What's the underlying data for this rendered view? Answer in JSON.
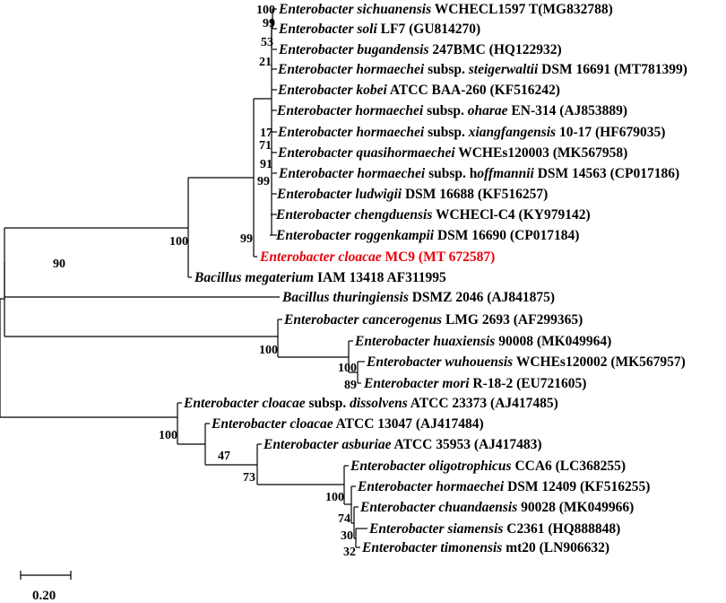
{
  "colors": {
    "line": "#000000",
    "highlight": "#e8000b"
  },
  "scale_bar": {
    "label": "0.20"
  },
  "leaves": [
    {
      "id": "sichuanensis",
      "parts": [
        {
          "t": "Enterobacter sichuanensis",
          "i": true
        },
        {
          "t": " WCHECL1597 T(MG832788)"
        }
      ]
    },
    {
      "id": "soli",
      "parts": [
        {
          "t": "Enterobacter soli",
          "i": true
        },
        {
          "t": " LF7 (GU814270)"
        }
      ]
    },
    {
      "id": "bugandensis",
      "parts": [
        {
          "t": "Enterobacter bugandensis",
          "i": true
        },
        {
          "t": " 247BMC (HQ122932)"
        }
      ]
    },
    {
      "id": "steigerwaltii",
      "parts": [
        {
          "t": "Enterobacter hormaechei",
          "i": true
        },
        {
          "t": " subsp. "
        },
        {
          "t": "steigerwaltii",
          "i": true
        },
        {
          "t": "  DSM 16691 (MT781399)"
        }
      ]
    },
    {
      "id": "kobei",
      "parts": [
        {
          "t": "Enterobacter kobei",
          "i": true
        },
        {
          "t": " ATCC BAA-260 (KF516242)"
        }
      ]
    },
    {
      "id": "oharae",
      "parts": [
        {
          "t": "Enterobacter hormaechei",
          "i": true
        },
        {
          "t": " subsp. "
        },
        {
          "t": "oharae",
          "i": true
        },
        {
          "t": " EN-314 (AJ853889)"
        }
      ]
    },
    {
      "id": "xiangfangensis",
      "parts": [
        {
          "t": "Enterobacter hormaechei",
          "i": true
        },
        {
          "t": " subsp. "
        },
        {
          "t": "xiangfangensis",
          "i": true
        },
        {
          "t": "  10-17 (HF679035)"
        }
      ]
    },
    {
      "id": "quasihormaechei",
      "parts": [
        {
          "t": "Enterobacter quasihormaechei",
          "i": true
        },
        {
          "t": " WCHEs120003 (MK567958)"
        }
      ]
    },
    {
      "id": "hoffmannii",
      "parts": [
        {
          "t": "Enterobacter hormaechei",
          "i": true
        },
        {
          "t": " subsp. h"
        },
        {
          "t": "offmannii",
          "i": true
        },
        {
          "t": " DSM 14563 (CP017186)"
        }
      ]
    },
    {
      "id": "ludwigii",
      "parts": [
        {
          "t": "Enterobacter ludwigii",
          "i": true
        },
        {
          "t": " DSM 16688 (KF516257)"
        }
      ]
    },
    {
      "id": "chengduensis",
      "parts": [
        {
          "t": "Enterobacter chengduensis",
          "i": true
        },
        {
          "t": " WCHECl-C4 (KY979142)"
        }
      ]
    },
    {
      "id": "roggenkampii",
      "parts": [
        {
          "t": "Enterobacter roggenkampii",
          "i": true
        },
        {
          "t": " DSM 16690 (CP017184)"
        }
      ]
    },
    {
      "id": "cloacae-mc9",
      "highlight": true,
      "parts": [
        {
          "t": "Enterobacter cloacae",
          "i": true
        },
        {
          "t": " MC9 (MT 672587)"
        }
      ]
    },
    {
      "id": "megaterium",
      "parts": [
        {
          "t": "Bacillus megaterium",
          "i": true
        },
        {
          "t": " IAM 13418 AF311995"
        }
      ]
    },
    {
      "id": "thuringiensis",
      "parts": [
        {
          "t": "Bacillus thuringiensis",
          "i": true
        },
        {
          "t": " DSMZ 2046 (AJ841875)"
        }
      ]
    },
    {
      "id": "cancerogenus",
      "parts": [
        {
          "t": "Enterobacter cancerogenus",
          "i": true
        },
        {
          "t": " LMG 2693 (AF299365)"
        }
      ]
    },
    {
      "id": "huaxiensis",
      "parts": [
        {
          "t": "Enterobacter huaxiensis",
          "i": true
        },
        {
          "t": " 90008  (MK049964)"
        }
      ]
    },
    {
      "id": "wuhouensis",
      "parts": [
        {
          "t": "Enterobacter wuhouensis",
          "i": true
        },
        {
          "t": " WCHEs120002 (MK567957)"
        }
      ]
    },
    {
      "id": "mori",
      "parts": [
        {
          "t": "Enterobacter mori",
          "i": true
        },
        {
          "t": " R-18-2 (EU721605)"
        }
      ]
    },
    {
      "id": "dissolvens",
      "parts": [
        {
          "t": "Enterobacter cloacae",
          "i": true
        },
        {
          "t": " subsp. "
        },
        {
          "t": "dissolvens",
          "i": true
        },
        {
          "t": " ATCC 23373 (AJ417485)"
        }
      ]
    },
    {
      "id": "cloacae-13047",
      "parts": [
        {
          "t": "Enterobacter cloacae",
          "i": true
        },
        {
          "t": " ATCC 13047 (AJ417484)"
        }
      ]
    },
    {
      "id": "asburiae",
      "parts": [
        {
          "t": "Enterobacter asburiae",
          "i": true
        },
        {
          "t": " ATCC 35953 (AJ417483)"
        }
      ]
    },
    {
      "id": "oligotrophicus",
      "parts": [
        {
          "t": "Enterobacter oligotrophicus",
          "i": true
        },
        {
          "t": " CCA6 (LC368255)"
        }
      ]
    },
    {
      "id": "hormaechei-12409",
      "parts": [
        {
          "t": "Enterobacter hormaechei",
          "i": true
        },
        {
          "t": " DSM 12409 (KF516255)"
        }
      ]
    },
    {
      "id": "chuandaensis",
      "parts": [
        {
          "t": "Enterobacter chuandaensis",
          "i": true
        },
        {
          "t": " 90028 (MK049966)"
        }
      ]
    },
    {
      "id": "siamensis",
      "parts": [
        {
          "t": "Enterobacter siamensis",
          "i": true
        },
        {
          "t": " C2361  (HQ888848)"
        }
      ]
    },
    {
      "id": "timonensis",
      "parts": [
        {
          "t": "Enterobacter timonensis",
          "i": true
        },
        {
          "t": " mt20  (LN906632)"
        }
      ]
    }
  ],
  "bootstrap": [
    {
      "node": "n-sichuanensis-soli",
      "value": "100"
    },
    {
      "node": "n-soli-bugandensis",
      "value": "99"
    },
    {
      "node": "n-bugandensis",
      "value": "53"
    },
    {
      "node": "n-steigerwaltii",
      "value": "21"
    },
    {
      "node": "n-xiangfangensis",
      "value": "17"
    },
    {
      "node": "n-quasihormaechei",
      "value": "71"
    },
    {
      "node": "n-hoffmannii",
      "value": "91"
    },
    {
      "node": "n-ludwigii",
      "value": "99"
    },
    {
      "node": "n-cloacae-mc9",
      "value": "99"
    },
    {
      "node": "n-megaterium",
      "value": "100"
    },
    {
      "node": "n-thuringiensis",
      "value": "90"
    },
    {
      "node": "n-cancerogenus",
      "value": "100"
    },
    {
      "node": "n-wuhouensis",
      "value": "100"
    },
    {
      "node": "n-mori",
      "value": "89"
    },
    {
      "node": "n-dissolvens",
      "value": "100"
    },
    {
      "node": "n-asburiae",
      "value": "47"
    },
    {
      "node": "n-oligotrophicus",
      "value": "73"
    },
    {
      "node": "n-hormaechei-12409",
      "value": "100"
    },
    {
      "node": "n-chuandaensis",
      "value": "74"
    },
    {
      "node": "n-siamensis",
      "value": "30"
    },
    {
      "node": "n-timonensis",
      "value": "32"
    }
  ]
}
